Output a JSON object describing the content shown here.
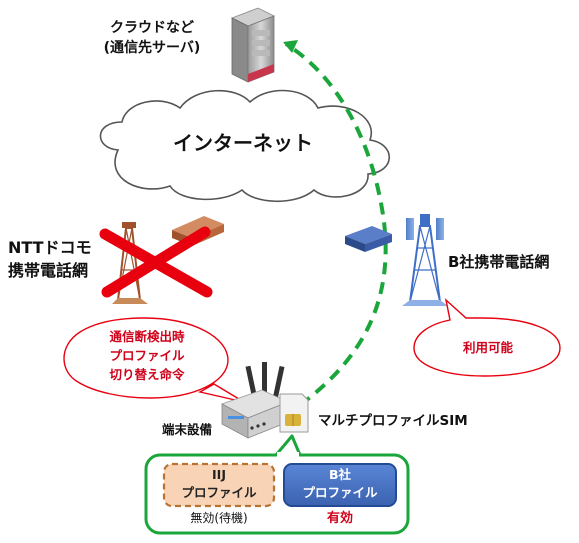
{
  "cloud_server": {
    "line1": "クラウドなど",
    "line2": "(通信先サーバ)"
  },
  "internet": {
    "label": "インターネット"
  },
  "ntt": {
    "line1": "NTTドコモ",
    "line2": "携帯電話網"
  },
  "b_network": {
    "label": "B社携帯電話網"
  },
  "bubble_left": {
    "line1": "通信断検出時",
    "line2": "プロファイル",
    "line3": "切り替え命令"
  },
  "bubble_right": {
    "label": "利用可能"
  },
  "terminal": {
    "label": "端末設備"
  },
  "multi_sim": {
    "label": "マルチプロファイルSIM"
  },
  "profile_iij": {
    "line1": "IIJ",
    "line2": "プロファイル",
    "status": "無効(待機)"
  },
  "profile_b": {
    "line1": "B社",
    "line2": "プロファイル",
    "status": "有効"
  },
  "colors": {
    "accent_green": "#1aa63a",
    "alert_red": "#e8000f",
    "profile_blue": "#3f6ec6",
    "profile_orange": "#f8d3b5"
  }
}
